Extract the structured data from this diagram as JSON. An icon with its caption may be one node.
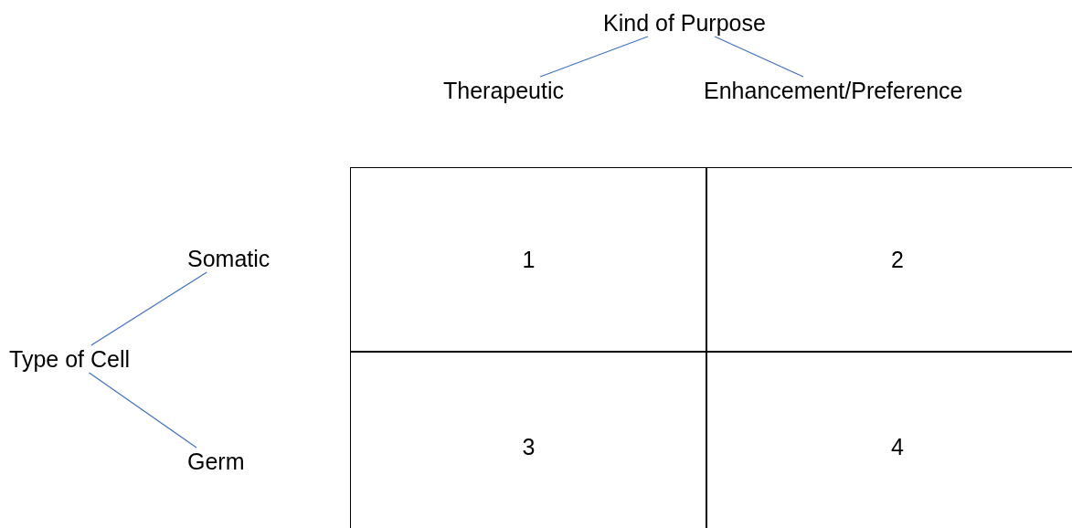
{
  "diagram": {
    "nodes": [
      {
        "text": [
          "Kind of Purpose"
        ]
      },
      {
        "text": [
          "Therapeutic"
        ]
      },
      {
        "text": [
          "Enhancement/Preference"
        ]
      },
      {
        "text": [
          "Type of Cell"
        ]
      },
      {
        "text": [
          "Somatic"
        ]
      },
      {
        "text": [
          "Germ"
        ]
      }
    ],
    "edges": [
      {
        "from": 0,
        "to": 1,
        "arrow": "none"
      },
      {
        "from": 0,
        "to": 2,
        "arrow": "none"
      },
      {
        "from": 3,
        "to": 4,
        "arrow": "none"
      },
      {
        "from": 3,
        "to": 5,
        "arrow": "none"
      }
    ],
    "labels": [
      "1",
      "2",
      "3",
      "4"
    ]
  }
}
